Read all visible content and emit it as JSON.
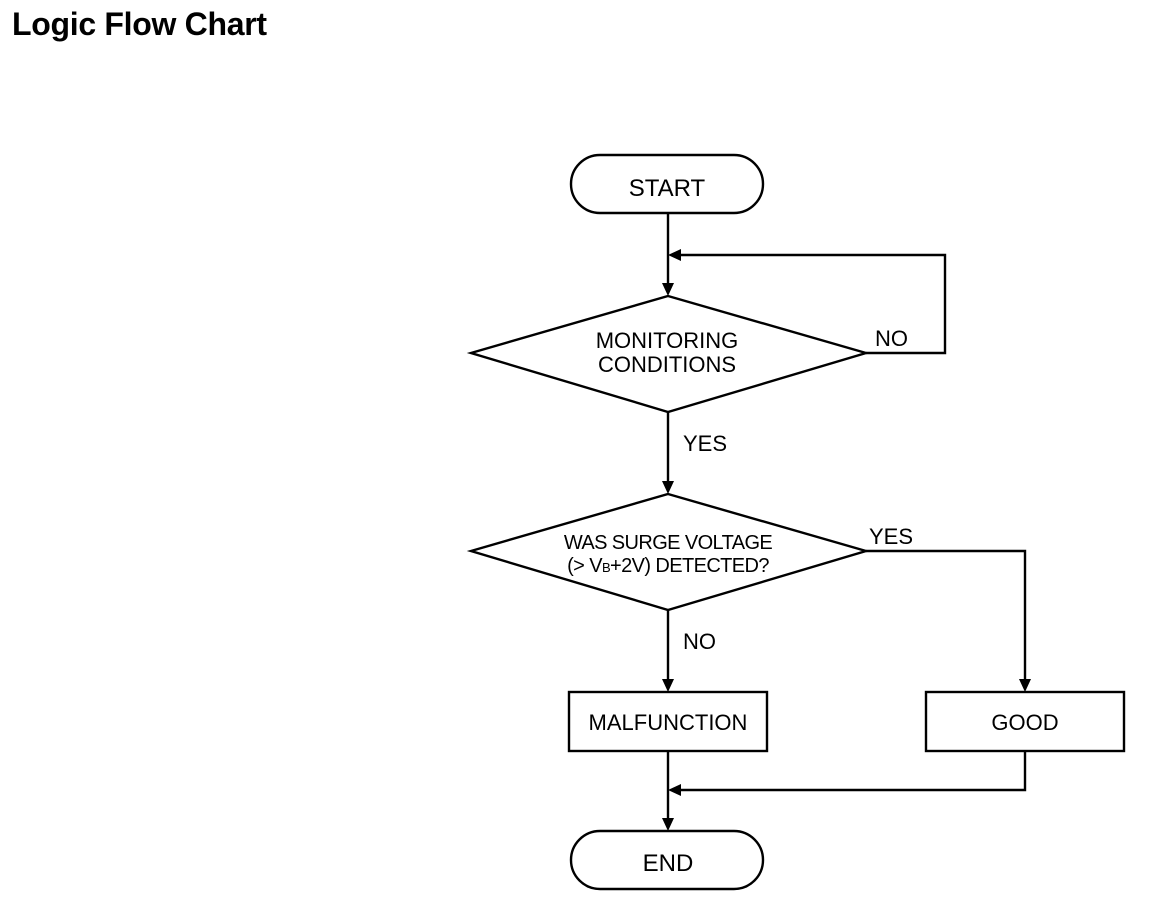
{
  "title": "Logic Flow Chart",
  "nodes": {
    "start": "START",
    "monitoring_line1": "MONITORING",
    "monitoring_line2": "CONDITIONS",
    "surge_line1": "WAS SURGE VOLTAGE",
    "surge_line2_prefix": "(> V",
    "surge_line2_sub": "B",
    "surge_line2_suffix": "+2V) DETECTED?",
    "malfunction": "MALFUNCTION",
    "good": "GOOD",
    "end": "END"
  },
  "labels": {
    "monitoring_no": "NO",
    "monitoring_yes": "YES",
    "surge_yes": "YES",
    "surge_no": "NO"
  }
}
